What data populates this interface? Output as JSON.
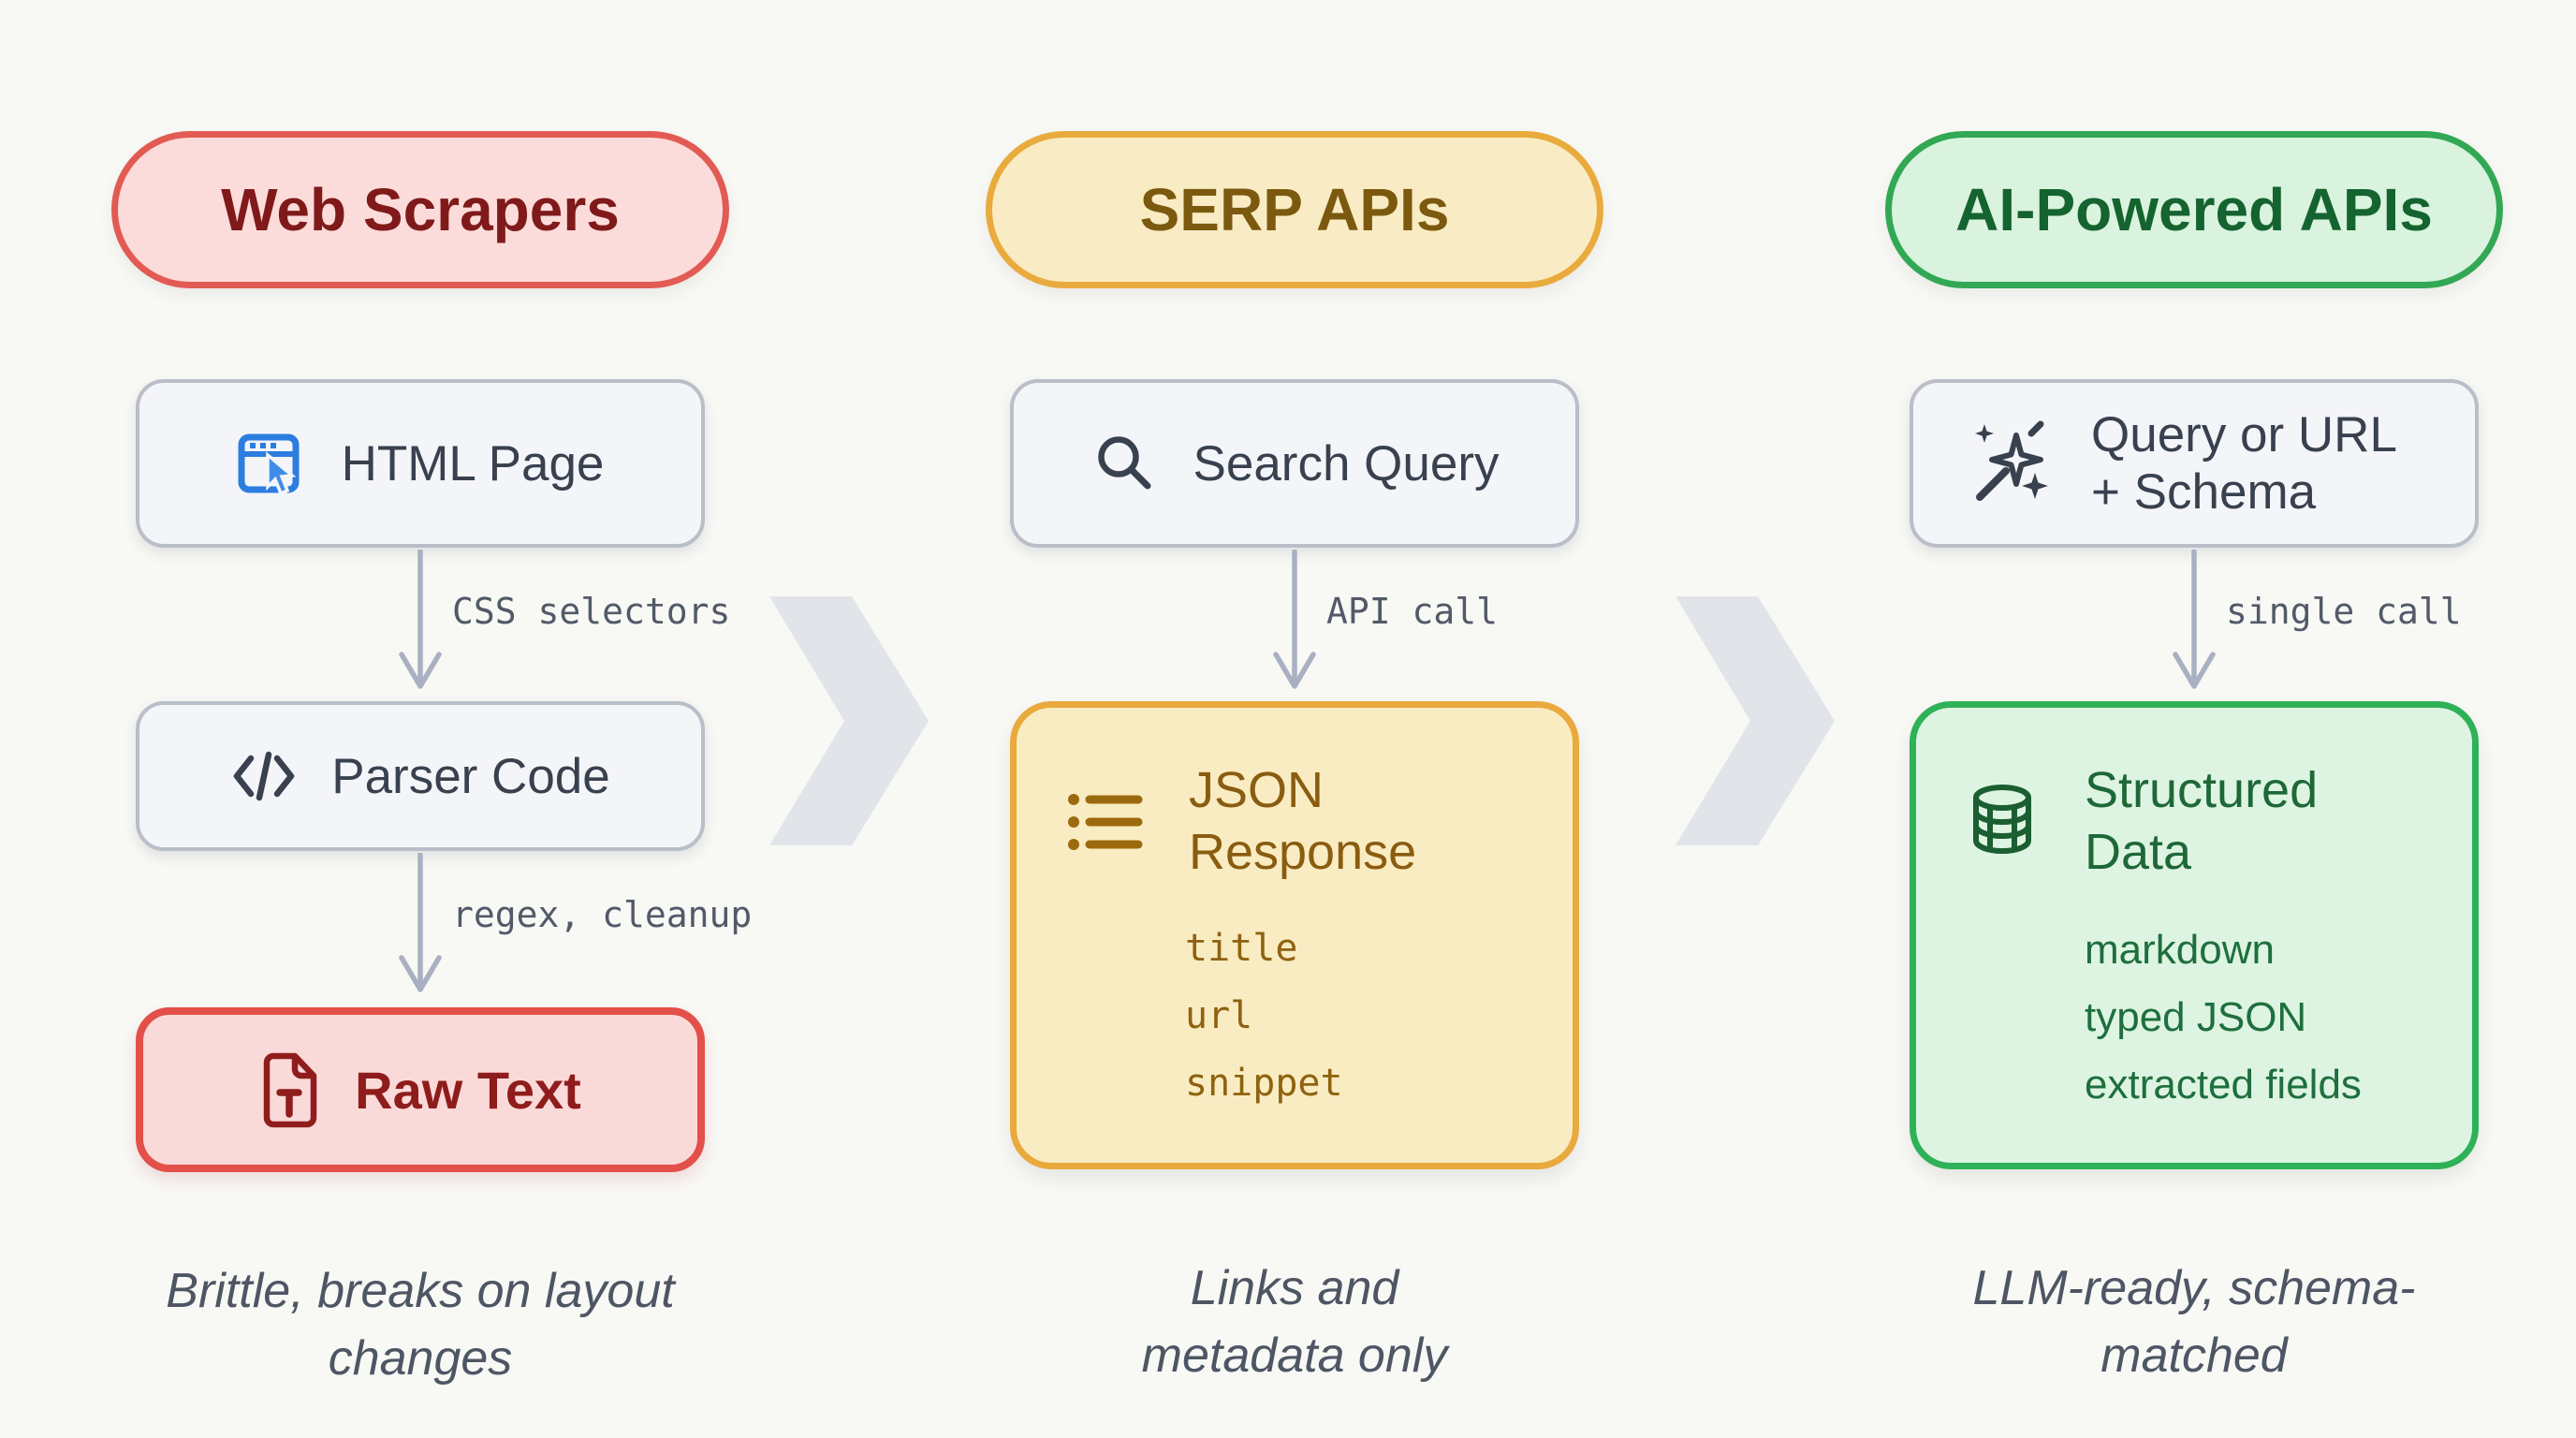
{
  "canvas": {
    "background": "#f8f8f5"
  },
  "palette": {
    "red_border": "#e15b54",
    "red_fill": "#fbdcda",
    "red_text": "#801a1a",
    "amber_border": "#e9ab3d",
    "amber_fill": "#f9ecc4",
    "amber_text": "#7b590e",
    "green_border": "#32a854",
    "green_fill": "#d9f3de",
    "green_text": "#15632f",
    "neutral_box_fill": "#f4f5f9",
    "neutral_box_border": "#b9bec9",
    "neutral_text": "#39414f",
    "arrow": "#a9b0c1",
    "arrow_label_text": "#525a68",
    "chevron": "#e1e5ea",
    "caption_text": "#4e5664",
    "blue_icon": "#2b7ddf",
    "gold_icon": "#9c6a0e",
    "dark_green_icon": "#1b5e31"
  },
  "columns": [
    {
      "pill_label": "Web Scrapers",
      "input": {
        "icon": "browser-window-icon",
        "label": "HTML Page"
      },
      "step1_label": "CSS selectors",
      "mid": {
        "icon": "code-icon",
        "label": "Parser Code"
      },
      "step2_label": "regex, cleanup",
      "output": {
        "icon": "file-text-icon",
        "label": "Raw Text"
      },
      "caption": "Brittle, breaks on layout changes"
    },
    {
      "pill_label": "SERP APIs",
      "input": {
        "icon": "search-icon",
        "label": "Search Query"
      },
      "step1_label": "API call",
      "result": {
        "icon": "list-icon",
        "title": "JSON Response",
        "items": [
          "title",
          "url",
          "snippet"
        ]
      },
      "caption": "Links and metadata only"
    },
    {
      "pill_label": "AI-Powered APIs",
      "input": {
        "icon": "wand-sparkles-icon",
        "label": "Query or URL + Schema"
      },
      "step1_label": "single call",
      "result": {
        "icon": "database-icon",
        "title": "Structured Data",
        "items": [
          "markdown",
          "typed JSON",
          "extracted fields"
        ]
      },
      "caption": "LLM-ready, schema-matched"
    }
  ]
}
